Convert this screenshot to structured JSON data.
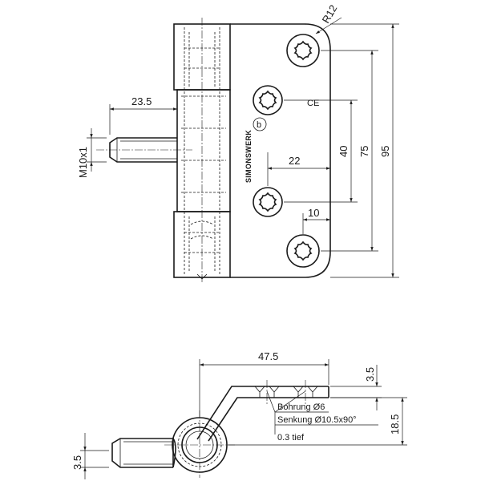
{
  "dimensions": {
    "pin_offset": "23.5",
    "thread": "M10x1",
    "radius": "R12",
    "hole_spacing_22": "22",
    "hole_spacing_40": "40",
    "hole_spacing_75": "75",
    "height_95": "95",
    "edge_10": "10",
    "width_47_5": "47.5",
    "thickness_3_5_top": "3.5",
    "offset_18_5": "18.5",
    "thickness_3_5_pin": "3.5"
  },
  "notes": {
    "bohrung": "Bohrung Ø6",
    "senkung": "Senkung Ø10.5x90°",
    "tief": "0.3 tief"
  },
  "marks": {
    "brand": "SIMONSWERK",
    "ce": "CE",
    "circle_letter": "b"
  }
}
